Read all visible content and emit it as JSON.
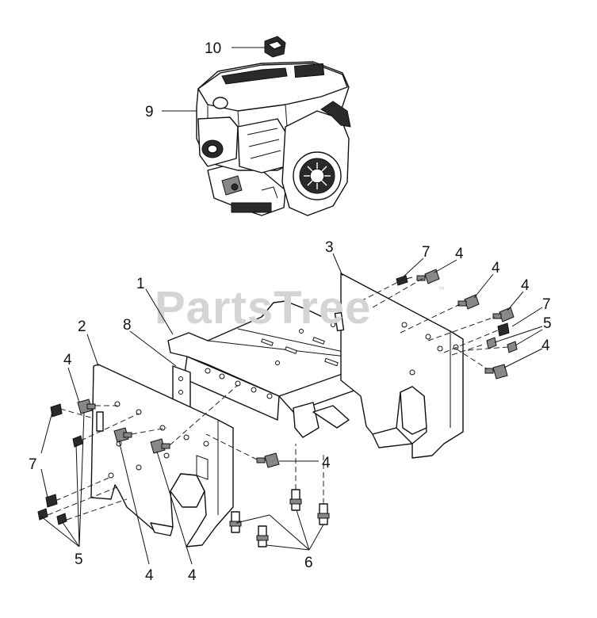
{
  "watermark": {
    "text": "PartsTree",
    "trademark": "™"
  },
  "callouts": {
    "c10": "10",
    "c9": "9",
    "c3": "3",
    "c1": "1",
    "c2": "2",
    "c8": "8",
    "c4_top1": "4",
    "c4_top2": "4",
    "c4_top3": "4",
    "c4_right": "4",
    "c4_left": "4",
    "c4_mid": "4",
    "c4_bot1": "4",
    "c4_bot2": "4",
    "c7_top": "7",
    "c7_right": "7",
    "c7_left": "7",
    "c5_right": "5",
    "c5_left": "5",
    "c6": "6"
  }
}
